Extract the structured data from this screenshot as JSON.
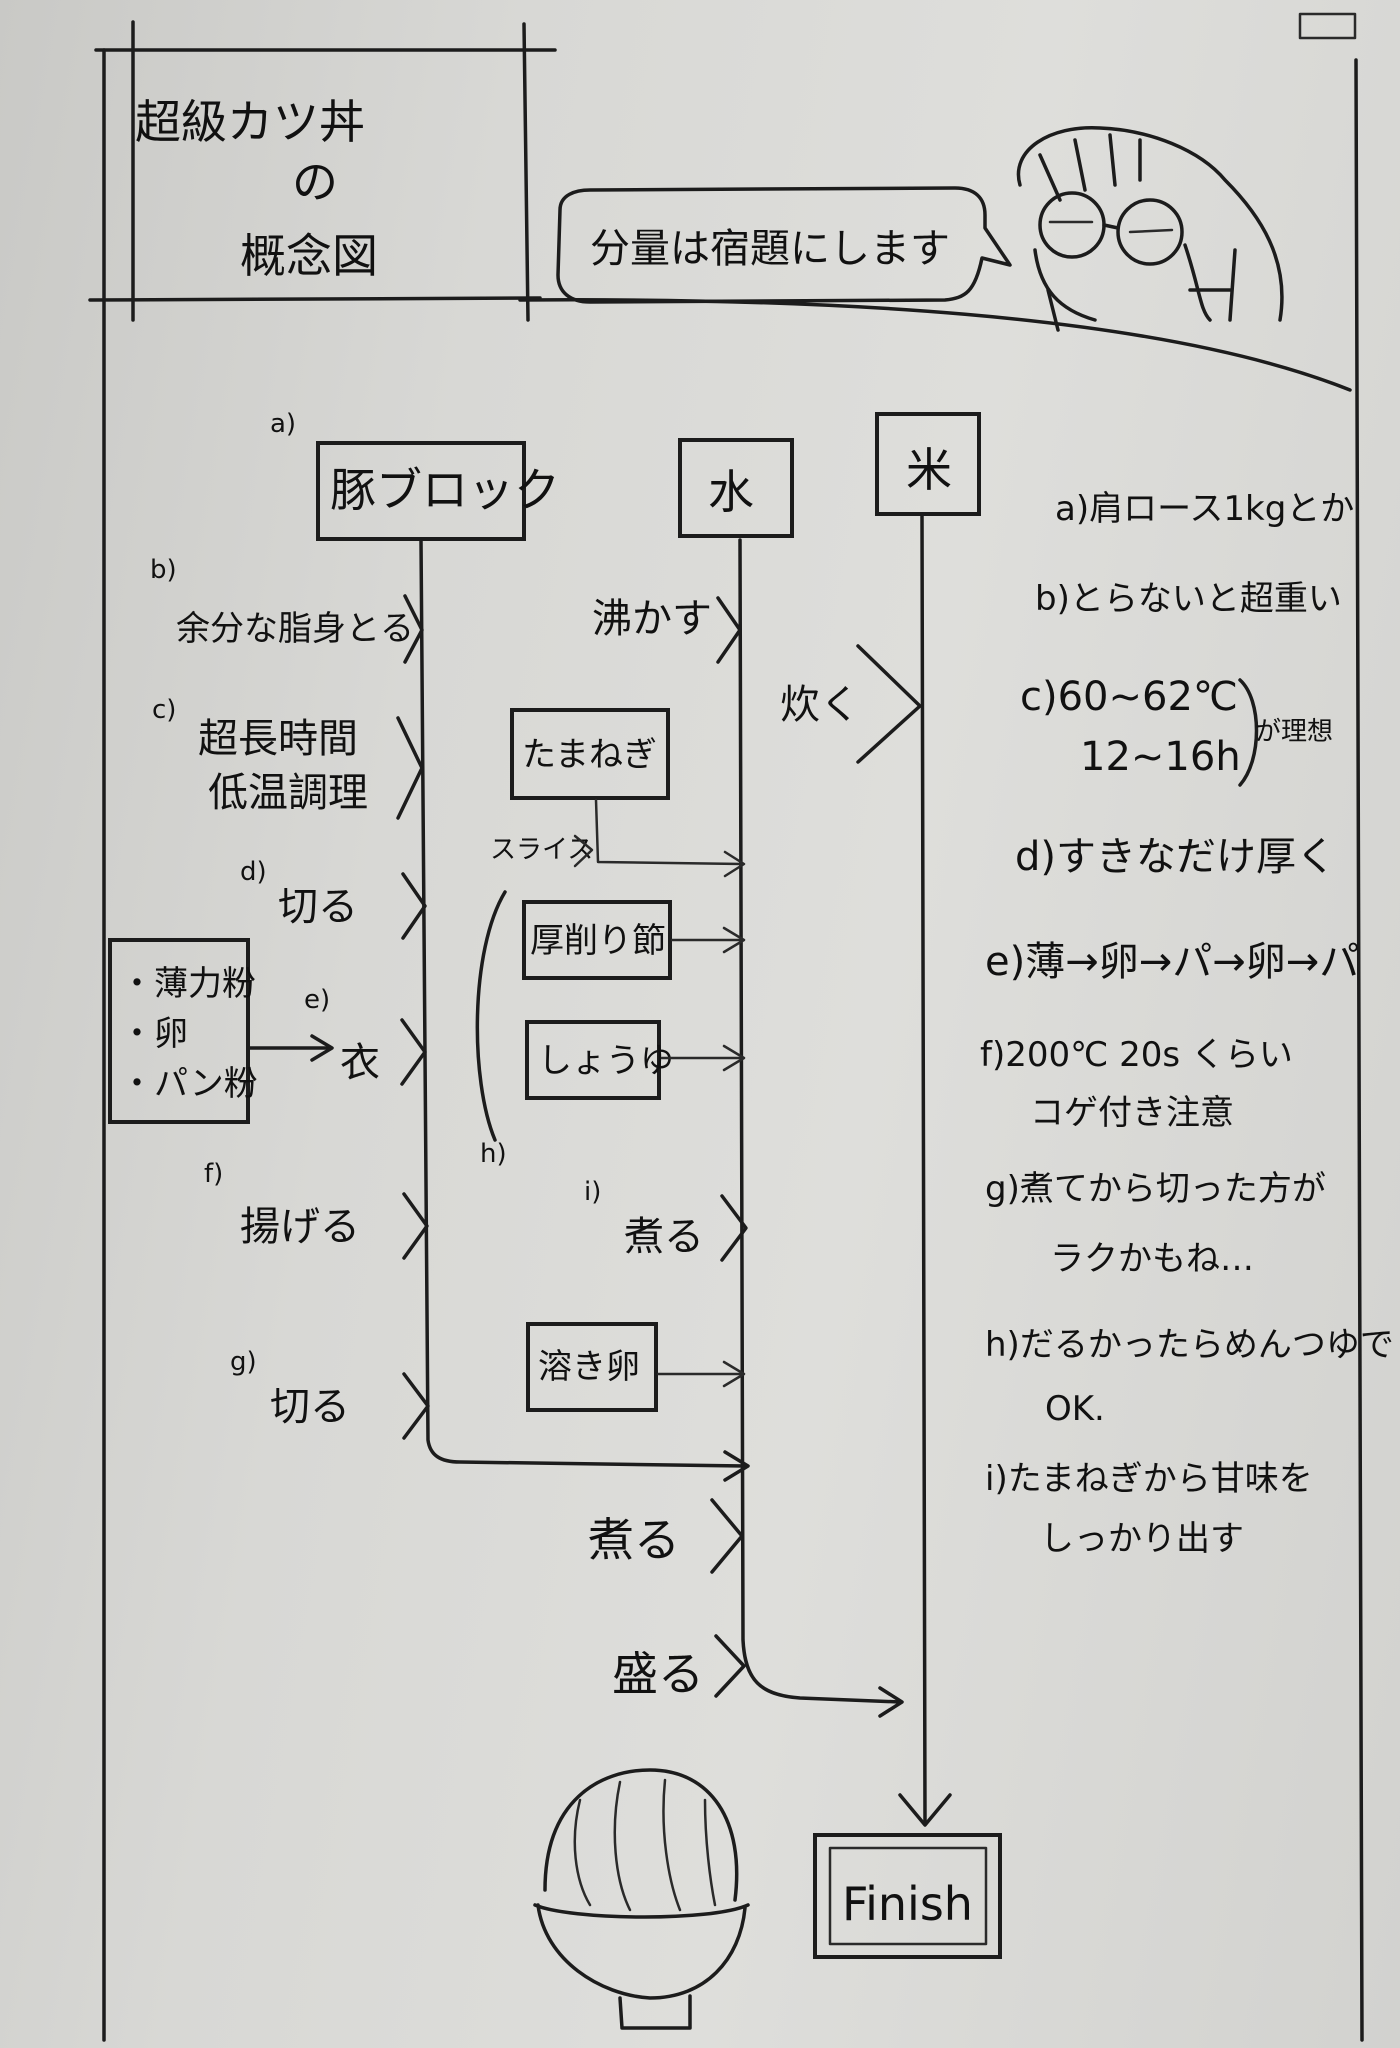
{
  "title": {
    "line1": "超級カツ丼",
    "line2": "の",
    "line3": "概念図"
  },
  "speech_bubble": "分量は宿題にします",
  "lanes": {
    "pork": "豚ブロック",
    "water": "水",
    "rice": "米"
  },
  "pork_steps": [
    {
      "label": "b)",
      "text": "余分な脂身とる"
    },
    {
      "label": "c)",
      "text1": "超長時間",
      "text2": "低温調理"
    },
    {
      "label": "d)",
      "text": "切る"
    },
    {
      "label": "e)",
      "text": "衣"
    },
    {
      "label": "f)",
      "text": "揚げる"
    },
    {
      "label": "g)",
      "text": "切る"
    }
  ],
  "pork_label_a": "a)",
  "coating_box": [
    "・薄力粉",
    "・卵",
    "・パン粉"
  ],
  "water_steps": {
    "boil": "沸かす",
    "onion": "たまねぎ",
    "slice": "スライス",
    "katsuobushi": "厚削り節",
    "soy": "しょうゆ",
    "h_label": "h)",
    "i_label": "i)",
    "simmer1": "煮る",
    "egg": "溶き卵",
    "simmer2": "煮る",
    "serve": "盛る"
  },
  "rice_steps": {
    "cook": "炊く"
  },
  "finish": "Finish",
  "notes": [
    {
      "label": "a)",
      "text": "肩ロース1kgとか"
    },
    {
      "label": "b)",
      "text": "とらないと超重い"
    },
    {
      "label": "c)",
      "text1": "60~62℃",
      "text2": "12~16h",
      "tail": "が理想"
    },
    {
      "label": "d)",
      "text": "すきなだけ厚く"
    },
    {
      "label": "e)",
      "text": "薄→卵→パ→卵→パ"
    },
    {
      "label": "f)",
      "text1": "200℃ 20s くらい",
      "text2": "コゲ付き注意"
    },
    {
      "label": "g)",
      "text1": "煮てから切った方が",
      "text2": "ラクかもね…"
    },
    {
      "label": "h)",
      "text1": "だるかったらめんつゆで",
      "text2": "OK."
    },
    {
      "label": "i)",
      "text1": "たまねぎから甘味を",
      "text2": "しっかり出す"
    }
  ]
}
